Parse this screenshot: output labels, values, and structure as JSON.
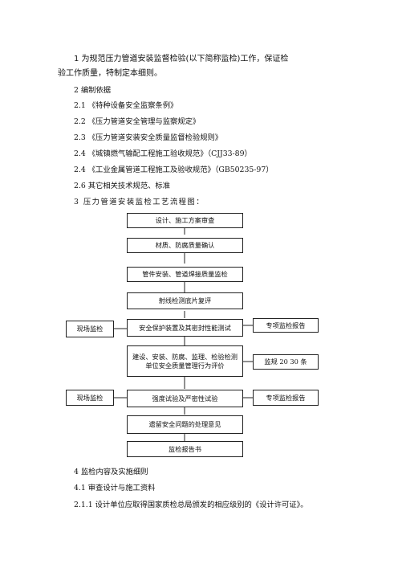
{
  "intro": {
    "line1": "1    为规范压力管道安装监督检验(以下简称监检)工作，保证检",
    "line2": "验工作质量，特制定本细则。"
  },
  "section2": {
    "heading": "2    编制依据",
    "items": [
      "2.1 《特种设备安全监察条例》",
      "2.2 《压力管道安全管理与监察规定》",
      "2.3 《压力管道安装安全质量监督检验规则》",
      "2.4 《城镇燃气输配工程施工验收规范》（CJJ33-89）",
      "2.4 《工业金属管道工程施工及验收规范》（GB50235-97）",
      "2.6    其它相关技术规范、标准"
    ]
  },
  "section3": {
    "heading": "3    压力管道安装监检工艺流程图："
  },
  "flow": {
    "steps": [
      "设计、施工方案审查",
      "材质、防腐质量确认",
      "管件安装、管道焊接质量监检",
      "射线检测底片复评",
      "安全保护装置及其密封性能测试",
      "建设、安装、防腐、监理、检验检测单位安全质量管理行为评价",
      "强度试验及严密性试验",
      "遗留安全问题的处理意见",
      "监检报告书"
    ],
    "left_notes": [
      "现场监检",
      "现场监检"
    ],
    "right_notes": [
      "专项监检报告",
      "监规 20 30 条",
      "专项监检报告"
    ]
  },
  "section4": {
    "heading": "4    监检内容及实施细则",
    "sub": "4.1    审查设计与施工资料",
    "item": "2.1.1    设计单位应取得国家质检总局颁发的相应级别的《设计许可证》。"
  }
}
